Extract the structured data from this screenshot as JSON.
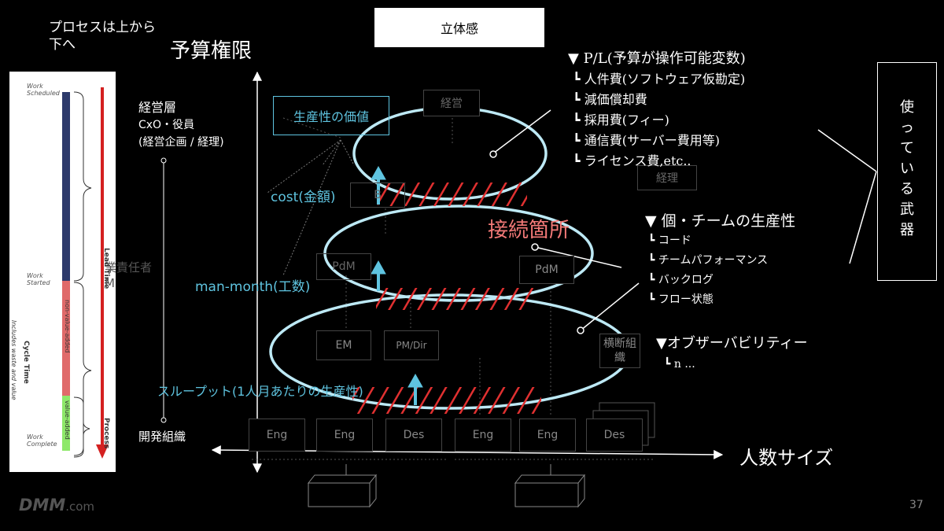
{
  "process_header": "プロセスは上から下へ",
  "budget_authority": "予算権限",
  "title_box": "立体感",
  "management": {
    "title": "経営層",
    "line2": "CxO・役員",
    "line3": "(経営企画 / 経理)"
  },
  "dev_org": "開発組織",
  "headcount_size": "人数サイズ",
  "pl": {
    "title": "▼ P/L(予算が操作可能変数)",
    "items": [
      "┗ 人件費(ソフトウェア仮勘定)",
      "┗ 減価償却費",
      "┗ 採用費(フィー)",
      "┗ 通信費(サーバー費用等)",
      "┗ ライセンス費,etc.."
    ]
  },
  "individual": {
    "title": "▼ 個・チームの生産性",
    "items": [
      "┗ コード",
      "┗ チームパフォーマンス",
      "┗ バックログ",
      "┗ フロー状態"
    ]
  },
  "observability": {
    "title": "▼オブザーバビリティー",
    "items": [
      "┗ n ..."
    ]
  },
  "weapons": [
    "使",
    "っ",
    "て",
    "い",
    "る",
    "武",
    "器"
  ],
  "productivity_value": "生産性の価値",
  "connection_point": "接続箇所",
  "metrics": {
    "cost": "cost(金額)",
    "man_month": "man-month(工数)",
    "throughput": "スループット(1人月あたりの生産性)"
  },
  "org_boxes": {
    "top": "経営",
    "finance": "経理",
    "pm_left": "PdM",
    "pm_right": "PdM",
    "em": "EM",
    "pmdir": "PM/Dir",
    "cross": "横断組織",
    "b": "B",
    "bottom": [
      "Eng",
      "Eng",
      "Des",
      "Eng",
      "Eng",
      "Des"
    ]
  },
  "partial_text": {
    "lead": "業責任者",
    "lead2": "M"
  },
  "left_panel": {
    "work_scheduled": "Work Scheduled",
    "work_started": "Work Started",
    "work_complete": "Work Complete",
    "lead_time": "Lead Time",
    "cycle_time": "Cycle Time",
    "cycle_sub": "Includes waste and value",
    "non_value": "non-value-added",
    "value_added": "value-added",
    "process": "Process"
  },
  "brand": {
    "name": "DMM",
    "suffix": ".com"
  },
  "page_number": "37",
  "colors": {
    "cyan": "#5fc4e0",
    "ellipse": "#bde9f5",
    "red": "#e03030",
    "salmon": "#f47a78",
    "navy": "#2d3a6b",
    "pink": "#e06a6a",
    "green": "#8ee86a"
  }
}
